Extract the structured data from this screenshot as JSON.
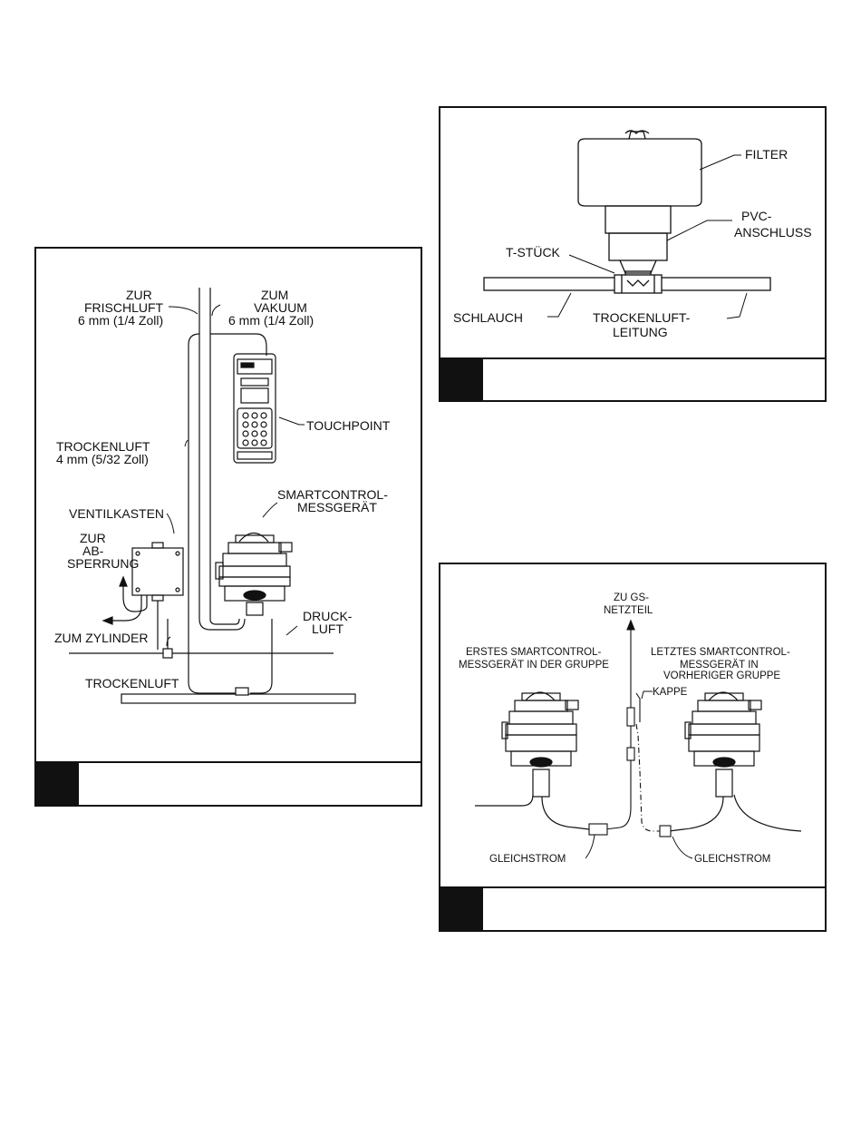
{
  "figure_left": {
    "labels": {
      "frischluft": [
        "ZUR",
        "FRISCHLUFT",
        "6 mm (1/4 Zoll)"
      ],
      "vakuum": [
        "ZUM",
        "VAKUUM",
        "6 mm (1/4 Zoll)"
      ],
      "touchpoint": "TOUCHPOINT",
      "trockenluft_line": [
        "TROCKENLUFT",
        "4 mm (5/32 Zoll)"
      ],
      "smartcontrol": [
        "SMARTCONTROL-",
        "MESSGERÄT"
      ],
      "ventilkasten": "VENTILKASTEN",
      "absperrung": [
        "ZUR",
        "AB-",
        "SPERRUNG"
      ],
      "druckluft": [
        "DRUCK-",
        "LUFT"
      ],
      "zylinder": "ZUM ZYLINDER",
      "trockenluft": "TROCKENLUFT"
    },
    "caption": ""
  },
  "figure_top_right": {
    "labels": {
      "filter": "FILTER",
      "pvc": [
        "PVC-",
        "ANSCHLUSS"
      ],
      "tstueck": "T-STÜCK",
      "schlauch": "SCHLAUCH",
      "trockenluftleitung": [
        "TROCKENLUFT-",
        "LEITUNG"
      ]
    },
    "caption": ""
  },
  "figure_bottom_right": {
    "labels": {
      "gs_netzteil": [
        "ZU GS-",
        "NETZTEIL"
      ],
      "erstes": [
        "ERSTES SMARTCONTROL-",
        "MESSGERÄT IN DER GRUPPE"
      ],
      "letztes": [
        "LETZTES SMARTCONTROL-",
        "MESSGERÄT IN",
        "VORHERIGER GRUPPE"
      ],
      "kappe": "KAPPE",
      "gleichstrom_left": "GLEICHSTROM",
      "gleichstrom_right": "GLEICHSTROM"
    },
    "caption": ""
  }
}
